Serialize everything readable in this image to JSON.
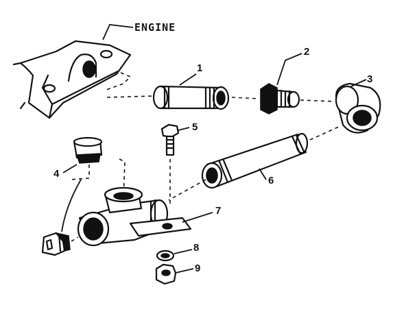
{
  "title": "ENGINE",
  "parts": [
    {
      "id": "1",
      "label": "1"
    },
    {
      "id": "2",
      "label": "2"
    },
    {
      "id": "3",
      "label": "3"
    },
    {
      "id": "4",
      "label": "4"
    },
    {
      "id": "5",
      "label": "5"
    },
    {
      "id": "6",
      "label": "6"
    },
    {
      "id": "7",
      "label": "7"
    },
    {
      "id": "8",
      "label": "8"
    },
    {
      "id": "9",
      "label": "9"
    }
  ]
}
